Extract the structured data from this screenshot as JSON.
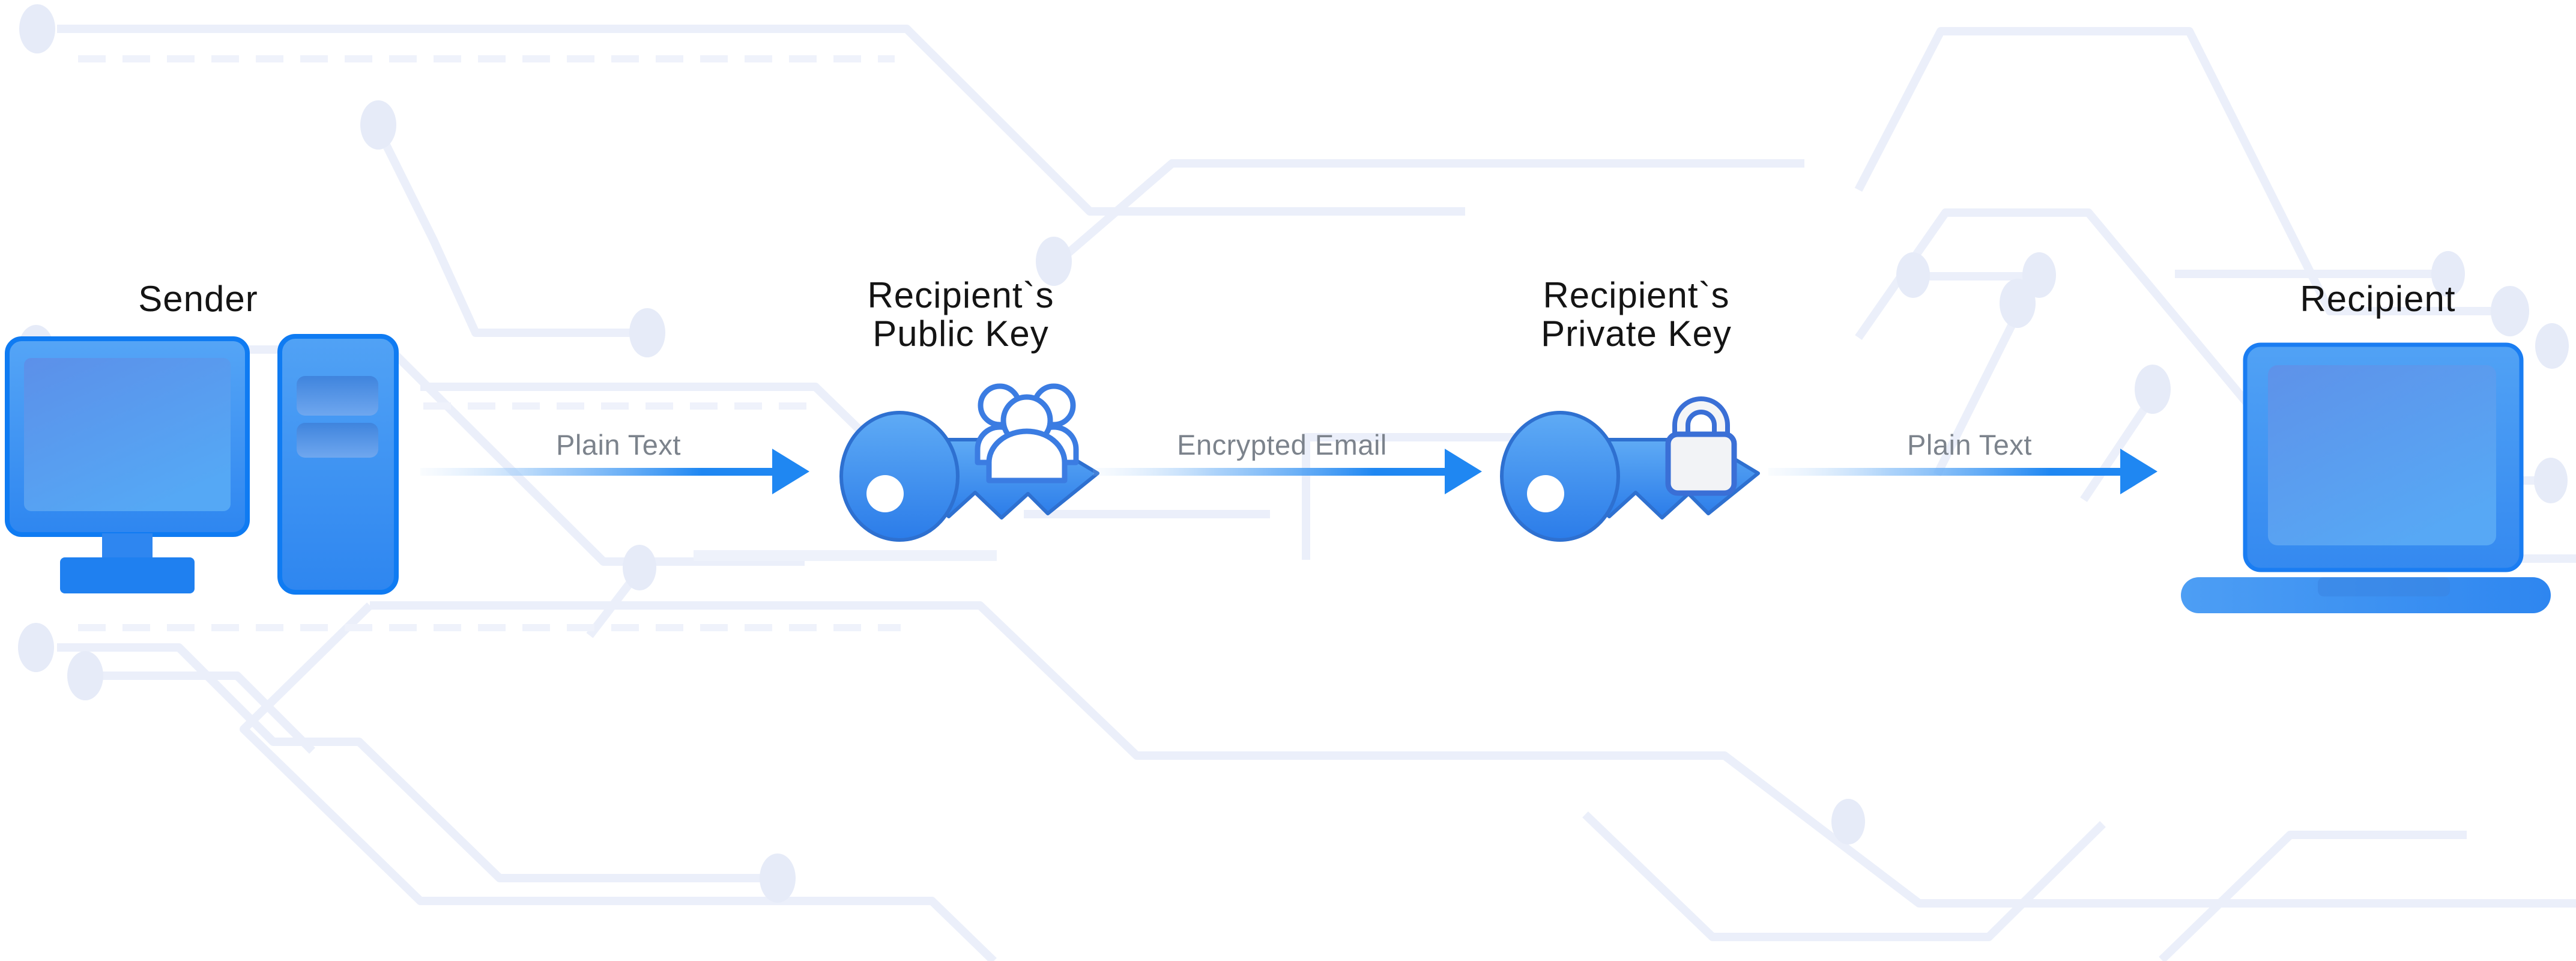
{
  "diagram": {
    "description": "Email encryption flow",
    "nodes": {
      "sender": {
        "label": "Sender"
      },
      "public_key": {
        "line1": "Recipient`s",
        "line2": "Public Key"
      },
      "private_key": {
        "line1": "Recipient`s",
        "line2": "Private Key"
      },
      "recipient": {
        "label": "Recipient"
      }
    },
    "flows": {
      "plain_text_1": {
        "label": "Plain Text"
      },
      "encrypted_email": {
        "label": "Encrypted Email"
      },
      "plain_text_2": {
        "label": "Plain Text"
      }
    },
    "icons": {
      "sender": "desktop-computer-icon",
      "public_key": "key-with-group-icon",
      "private_key": "key-with-padlock-icon",
      "recipient": "laptop-icon"
    },
    "colors": {
      "arrow_blue": "#1f87f2",
      "icon_blue_light": "#58a7f5",
      "icon_blue_dark": "#2b7ce9",
      "icon_outline": "#2e70d0",
      "label_dark": "#141414",
      "label_gray": "#7c838c",
      "circuit_line": "#ebeffa",
      "circuit_dot": "#e6ebf8",
      "background": "#ffffff"
    }
  }
}
